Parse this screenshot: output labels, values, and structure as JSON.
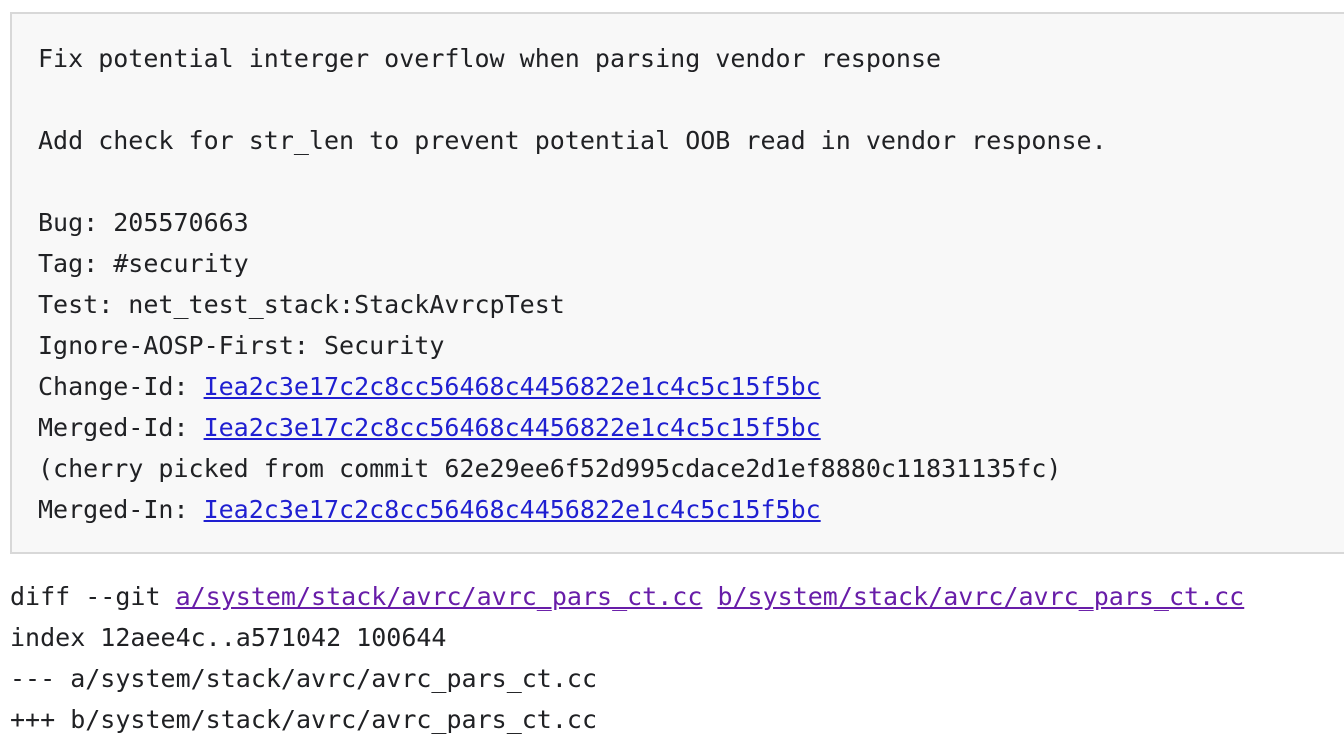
{
  "commit": {
    "subject": "Fix potential interger overflow when parsing vendor response",
    "body": "Add check for str_len to prevent potential OOB read in vendor response.",
    "bug_line": "Bug: 205570663",
    "tag_line": "Tag: #security",
    "test_line": "Test: net_test_stack:StackAvrcpTest",
    "ignore_line": "Ignore-AOSP-First: Security",
    "change_id_label": "Change-Id: ",
    "change_id": "Iea2c3e17c2c8cc56468c4456822e1c4c5c15f5bc",
    "merged_id_label": "Merged-Id: ",
    "merged_id": "Iea2c3e17c2c8cc56468c4456822e1c4c5c15f5bc",
    "cherry_pick_line": "(cherry picked from commit 62e29ee6f52d995cdace2d1ef8880c11831135fc)",
    "merged_in_label": "Merged-In: ",
    "merged_in": "Iea2c3e17c2c8cc56468c4456822e1c4c5c15f5bc"
  },
  "diff": {
    "prefix": "diff --git ",
    "path_a": "a/system/stack/avrc/avrc_pars_ct.cc",
    "separator": " ",
    "path_b": "b/system/stack/avrc/avrc_pars_ct.cc",
    "index_line": "index 12aee4c..a571042 100644",
    "minus_line": "--- a/system/stack/avrc/avrc_pars_ct.cc",
    "plus_line": "+++ b/system/stack/avrc/avrc_pars_ct.cc"
  },
  "colors": {
    "link_unvisited": "#1f1fd1",
    "link_visited": "#681da8",
    "message_background": "#f8f8f8",
    "message_border": "#d8d8d8"
  }
}
